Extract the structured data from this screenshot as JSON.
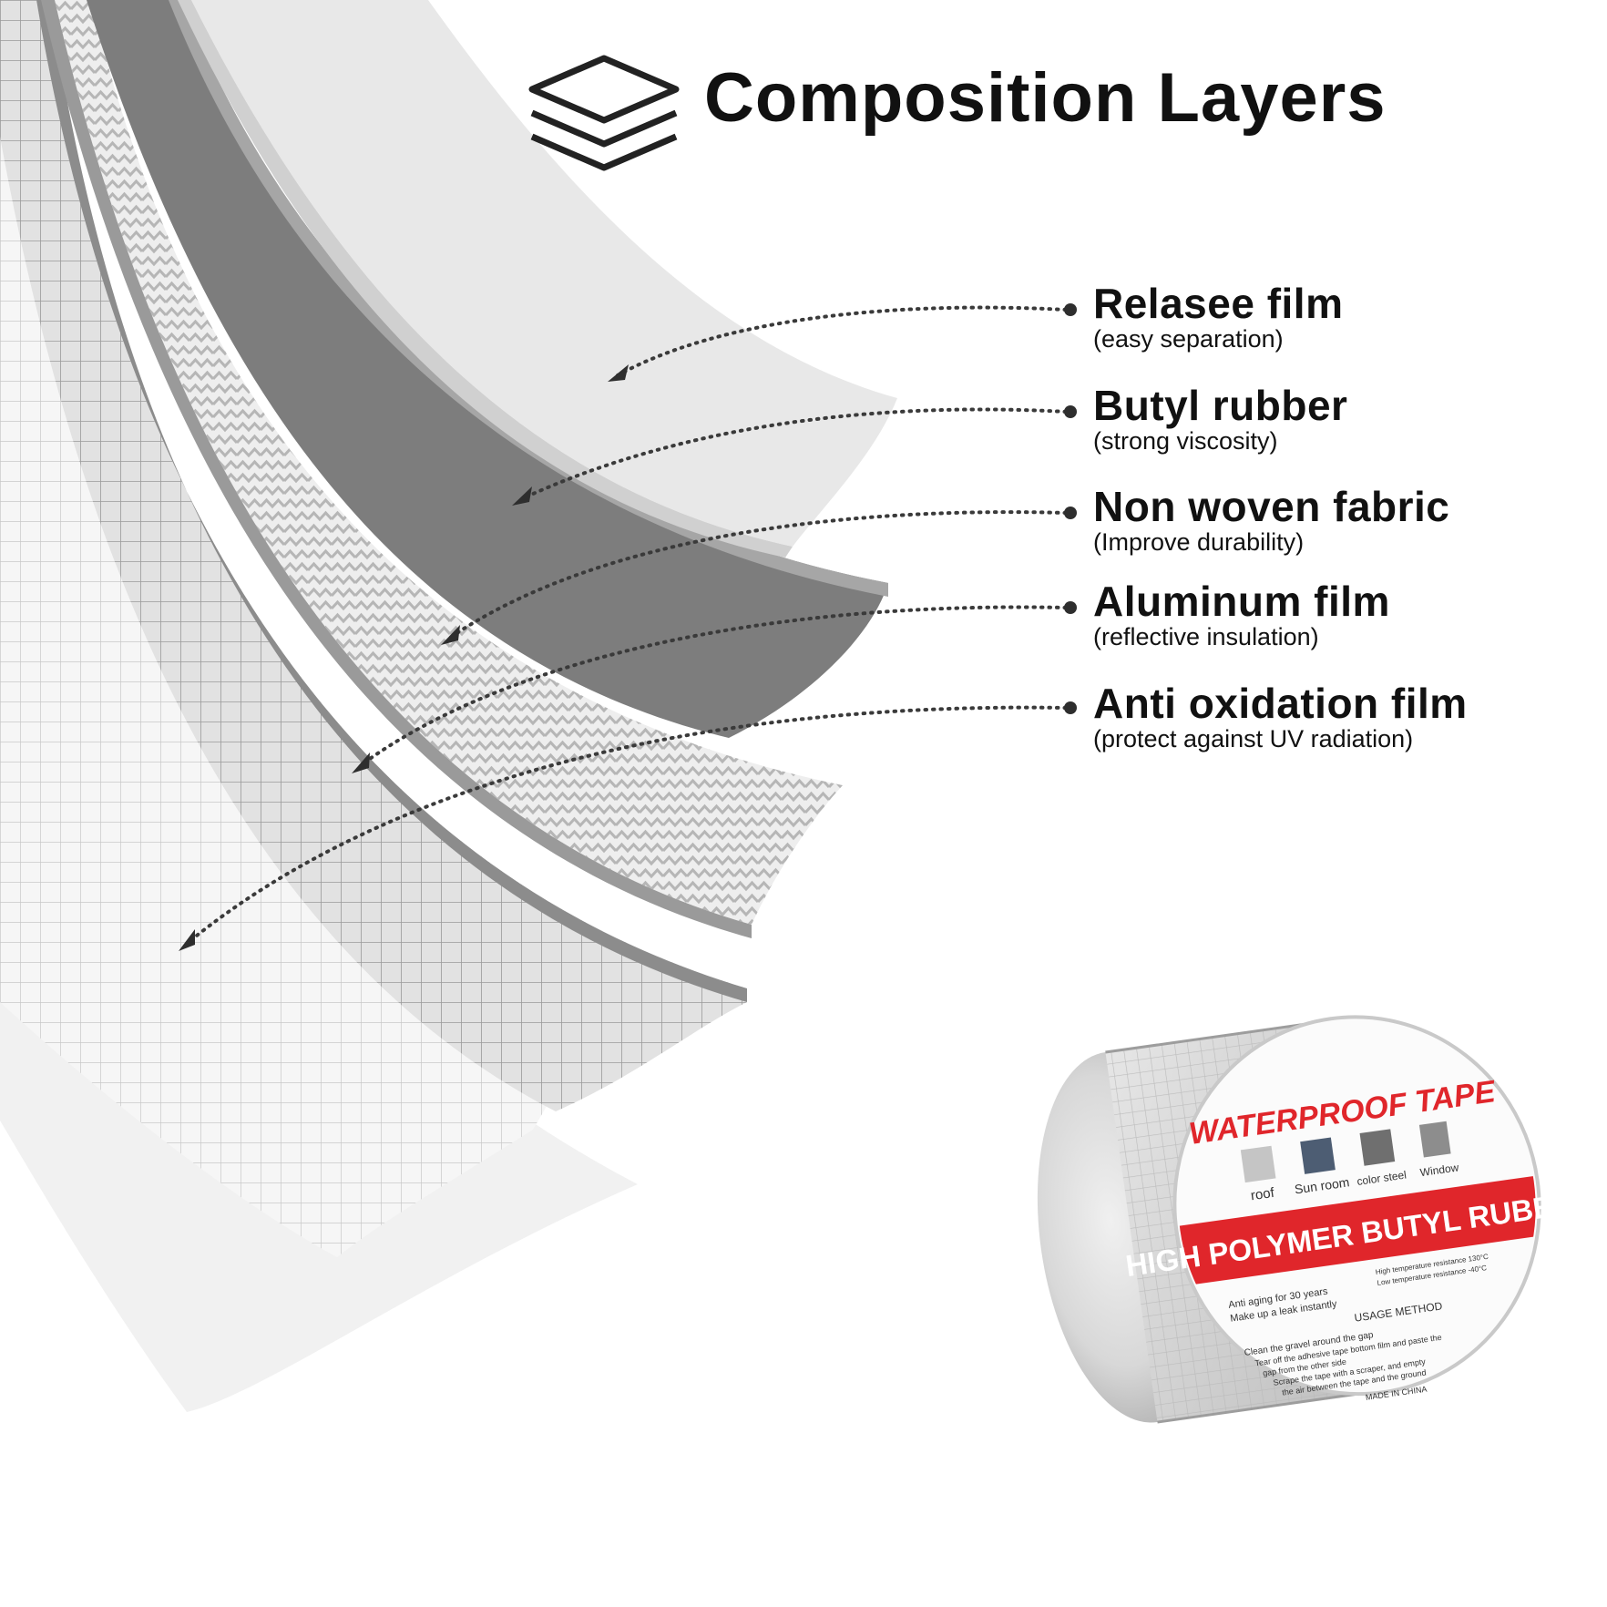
{
  "header": {
    "title": "Composition Layers",
    "icon": "layers-icon"
  },
  "layers": [
    {
      "name": "Relasee film",
      "description": "(easy separation)"
    },
    {
      "name": "Butyl rubber",
      "description": "(strong viscosity)"
    },
    {
      "name": "Non woven fabric",
      "description": "(Improve durability)"
    },
    {
      "name": "Aluminum film",
      "description": "(reflective insulation)"
    },
    {
      "name": "Anti oxidation film",
      "description": "(protect against UV radiation)"
    }
  ],
  "product": {
    "brand": "WATERPROOF TAPE",
    "uses": [
      "roof",
      "Sun room",
      "color steel",
      "Window"
    ],
    "band": "HIGH POLYMER BUTYL RUBBER",
    "features": [
      "Anti aging for 30 years",
      "Make up a leak instantly",
      "High temperature resistance 130°C",
      "Low temperature resistance -40°C"
    ],
    "usage_title": "USAGE METHOD",
    "usage": [
      "Clean the gravel around the gap",
      "Tear off the adhesive tape bottom film and paste the",
      "gap from the other side",
      "Scrape the tape with a scraper, and empty",
      "the air between the tape and the ground"
    ],
    "origin": "MADE IN CHINA"
  },
  "colors": {
    "text": "#111111",
    "accent_red": "#e0262b",
    "rubber_gray": "#7d7d7d"
  }
}
